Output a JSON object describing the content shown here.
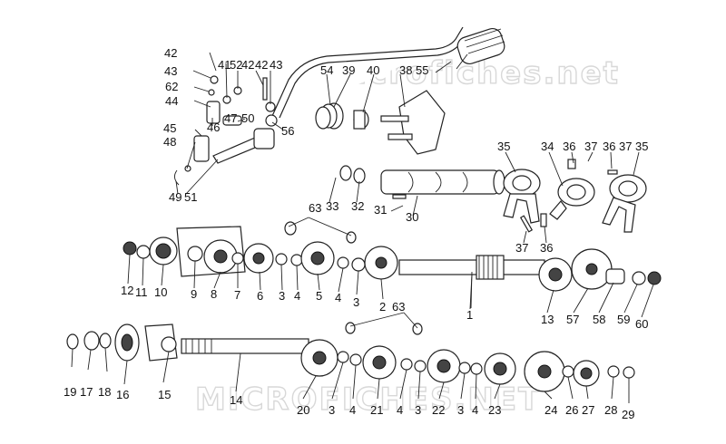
{
  "watermark": {
    "top": "microfiches.net",
    "bottom": "MICROFICHES.NET"
  },
  "callouts": {
    "c1": "1",
    "c2": "2",
    "c3a": "3",
    "c3b": "3",
    "c3c": "3",
    "c3d": "3",
    "c3e": "3",
    "c4a": "4",
    "c4b": "4",
    "c4c": "4",
    "c4d": "4",
    "c4e": "4",
    "c5": "5",
    "c6": "6",
    "c7": "7",
    "c8": "8",
    "c9": "9",
    "c10": "10",
    "c11": "11",
    "c12": "12",
    "c13": "13",
    "c14": "14",
    "c15": "15",
    "c16": "16",
    "c17": "17",
    "c18": "18",
    "c19": "19",
    "c20": "20",
    "c21": "21",
    "c22": "22",
    "c23": "23",
    "c24": "24",
    "c26": "26",
    "c27": "27",
    "c28": "28",
    "c29": "29",
    "c30": "30",
    "c31": "31",
    "c32": "32",
    "c33": "33",
    "c34": "34",
    "c35a": "35",
    "c35b": "35",
    "c36a": "36",
    "c36b": "36",
    "c36c": "36",
    "c37a": "37",
    "c37b": "37",
    "c38": "38",
    "c39": "39",
    "c40": "40",
    "c41": "41",
    "c42a": "42",
    "c42b": "42",
    "c43a": "43",
    "c43b": "43",
    "c44": "44",
    "c45": "45",
    "c46": "46",
    "c47": "47",
    "c48": "48",
    "c49": "49",
    "c50": "50",
    "c51": "51",
    "c52": "52",
    "c54": "54",
    "c55": "55",
    "c56": "56",
    "c57": "57",
    "c58": "58",
    "c59": "59",
    "c60": "60",
    "c62": "62",
    "c63a": "63",
    "c63b": "63"
  }
}
